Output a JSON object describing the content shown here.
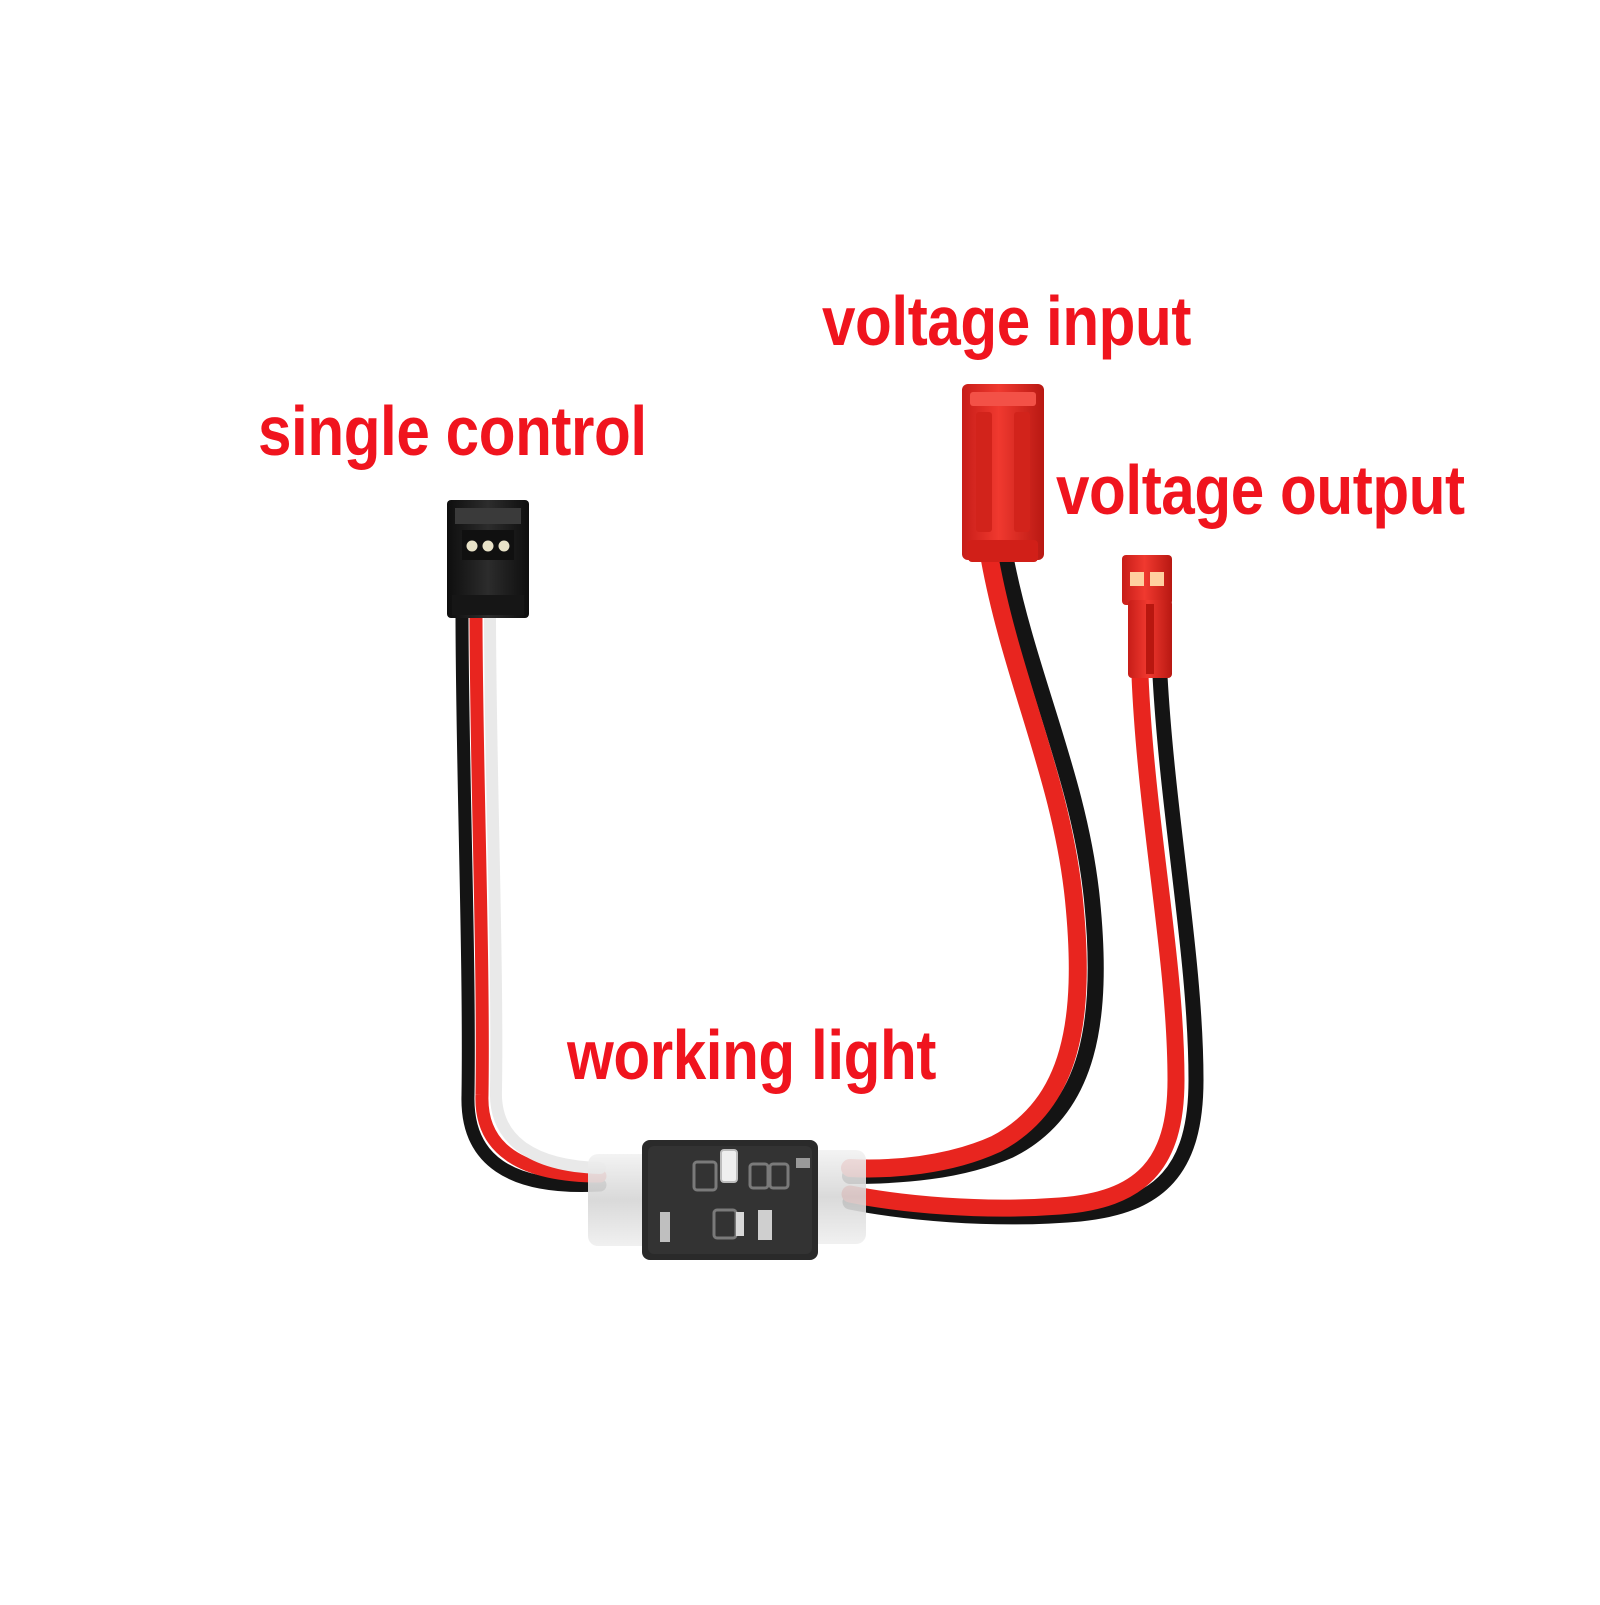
{
  "labels": {
    "single_control": "single control",
    "voltage_input": "voltage input",
    "voltage_output": "voltage output",
    "working_light": "working light"
  },
  "colors": {
    "label_text": "#f0141e",
    "wire_red": "#e8251f",
    "wire_black": "#141414",
    "wire_white": "#e9e9e9",
    "connector_red": "#e32a22",
    "connector_black": "#1d1d1d",
    "board": "#2a2a2a",
    "background": "#ffffff"
  }
}
